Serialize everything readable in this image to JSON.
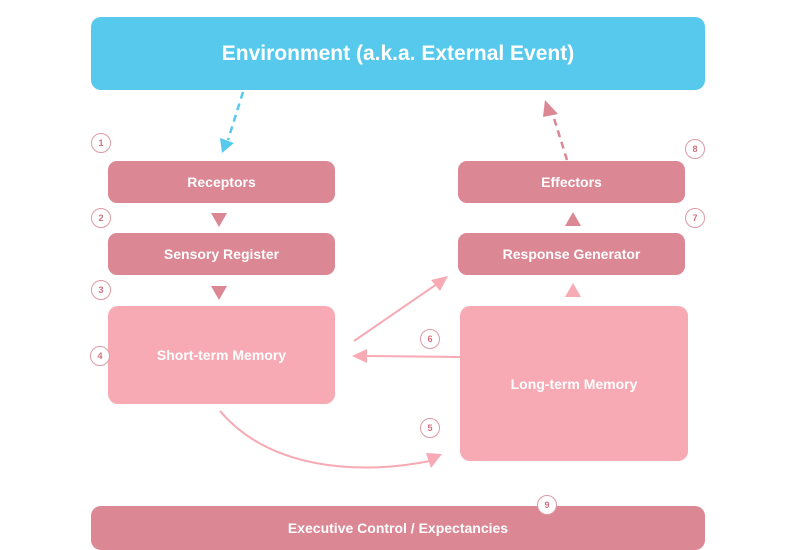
{
  "title": "Information Processing Model",
  "colors": {
    "environment": "#56c9ec",
    "stage_dark": "#db8794",
    "stage_light": "#f7aab4",
    "number_outline": "#e09aa4",
    "text": "#ffffff"
  },
  "nodes": {
    "environment": "Environment (a.k.a. External Event)",
    "receptors": "Receptors",
    "sensory_register": "Sensory Register",
    "short_term_memory": "Short-term Memory",
    "effectors": "Effectors",
    "response_generator": "Response Generator",
    "long_term_memory": "Long-term Memory",
    "executive_control": "Executive Control / Expectancies"
  },
  "step_numbers": [
    "1",
    "2",
    "3",
    "4",
    "5",
    "6",
    "7",
    "8",
    "9"
  ],
  "edges": [
    {
      "from": "environment",
      "to": "receptors",
      "style": "dashed"
    },
    {
      "from": "receptors",
      "to": "sensory_register",
      "style": "triangle"
    },
    {
      "from": "sensory_register",
      "to": "short_term_memory",
      "style": "triangle"
    },
    {
      "from": "short_term_memory",
      "to": "long_term_memory",
      "style": "curved",
      "step": "5"
    },
    {
      "from": "long_term_memory",
      "to": "short_term_memory",
      "style": "solid",
      "step": "6"
    },
    {
      "from": "short_term_memory",
      "to": "response_generator",
      "style": "solid"
    },
    {
      "from": "long_term_memory",
      "to": "response_generator",
      "style": "triangle"
    },
    {
      "from": "response_generator",
      "to": "effectors",
      "style": "triangle",
      "step": "7"
    },
    {
      "from": "effectors",
      "to": "environment",
      "style": "dashed",
      "step": "8"
    }
  ]
}
